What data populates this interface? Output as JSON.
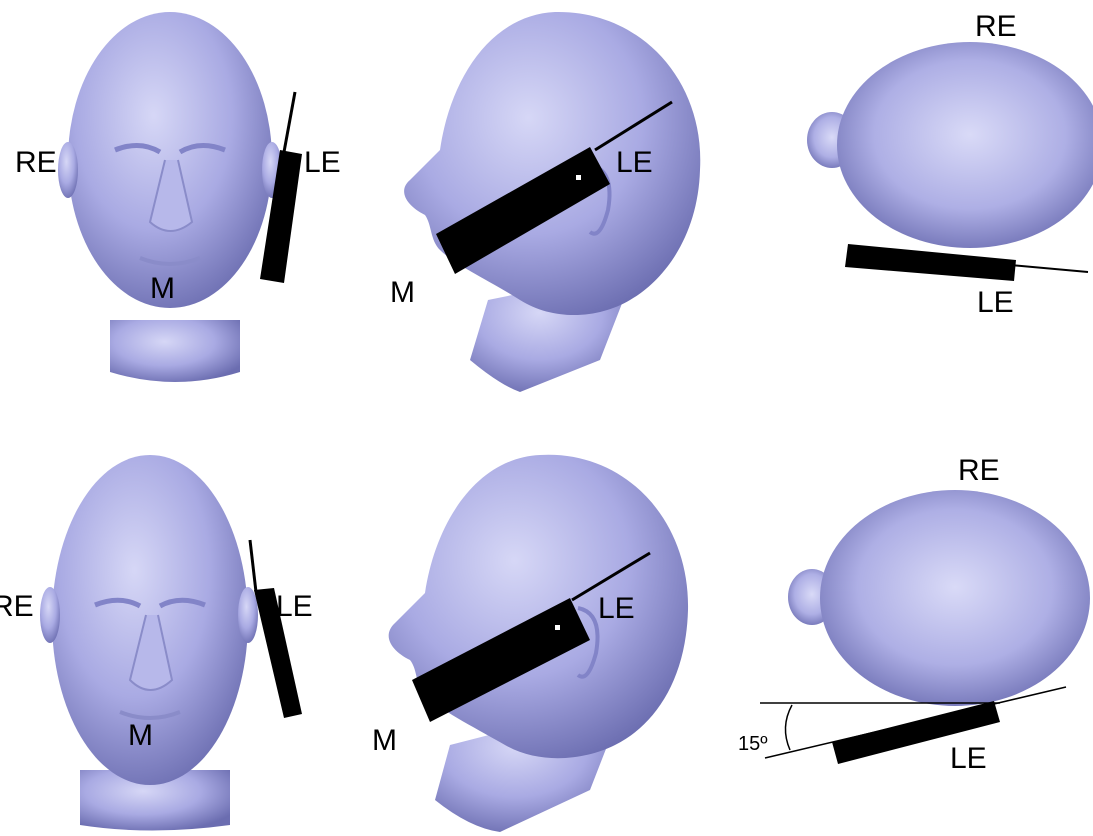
{
  "rows": [
    {
      "views": [
        {
          "labels": {
            "re": "RE",
            "le": "LE",
            "m": "M"
          }
        },
        {
          "labels": {
            "le": "LE",
            "m": "M"
          }
        },
        {
          "labels": {
            "re": "RE",
            "le": "LE"
          }
        }
      ]
    },
    {
      "views": [
        {
          "labels": {
            "re": "RE",
            "le": "LE",
            "m": "M"
          }
        },
        {
          "labels": {
            "le": "LE",
            "m": "M"
          }
        },
        {
          "labels": {
            "re": "RE",
            "le": "LE",
            "angle": "15º"
          }
        }
      ]
    }
  ],
  "colors": {
    "head": "#a9aae3",
    "head_shade": "#6b6db0",
    "phone": "#000000",
    "background": "#ffffff"
  }
}
